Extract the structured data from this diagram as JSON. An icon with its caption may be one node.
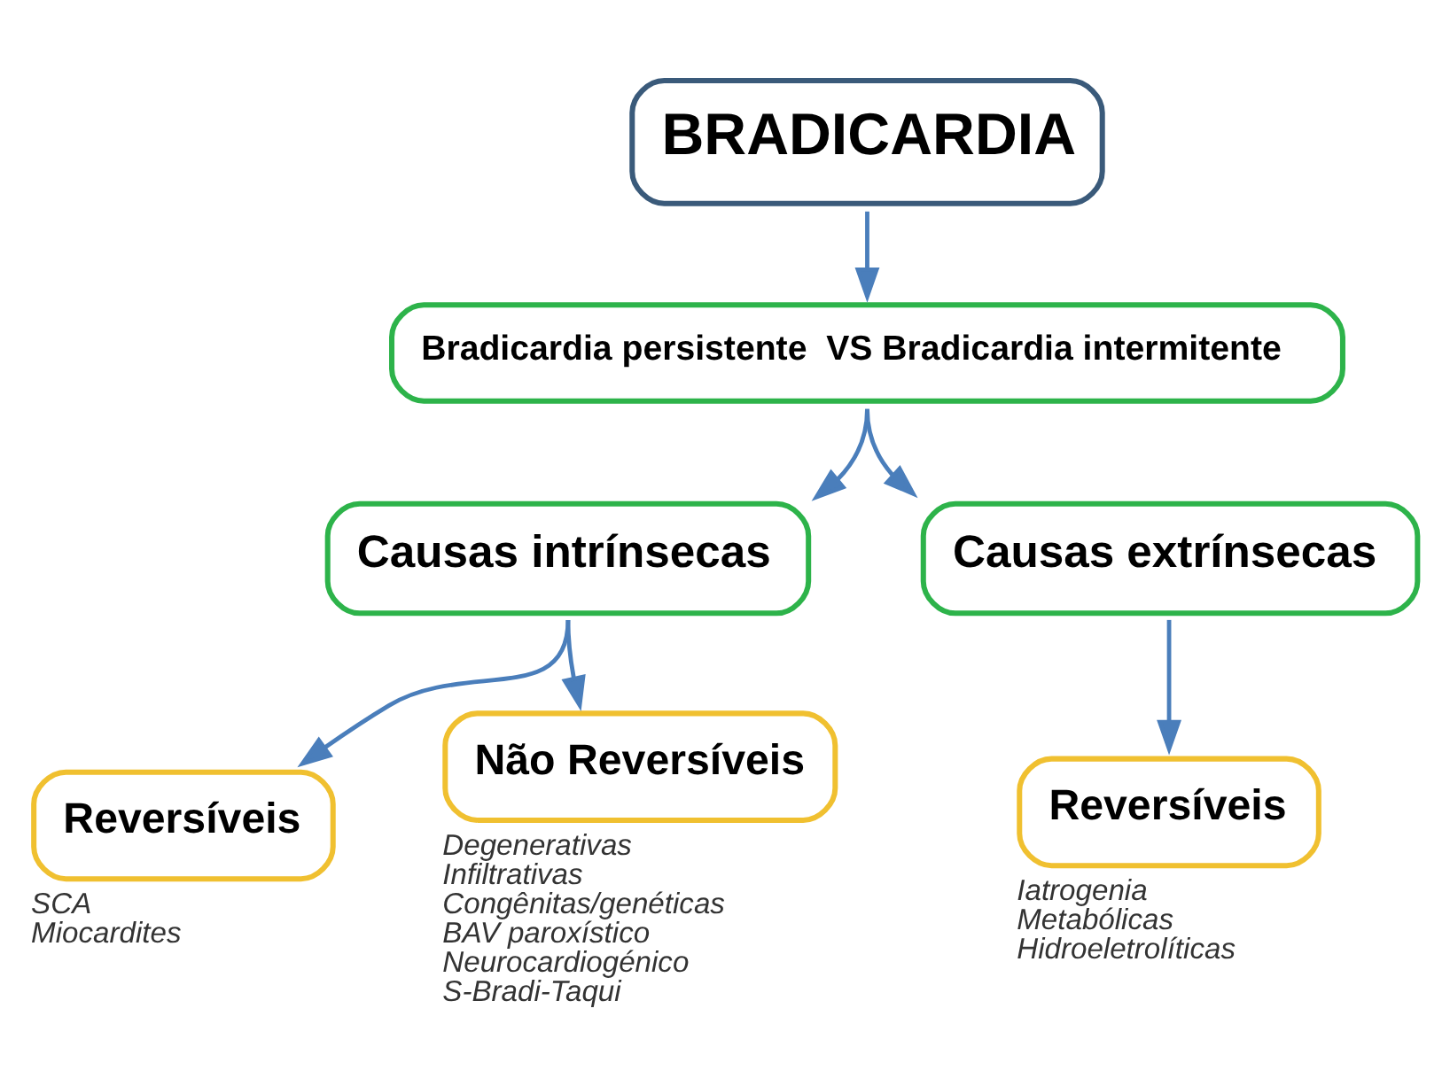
{
  "diagram": {
    "nodes": [
      {
        "text": [
          "BRADICARDIA"
        ]
      },
      {
        "text": [
          "Bradicardia persistente  VS Bradicardia intermitente"
        ]
      },
      {
        "text": [
          "Causas intrínsecas"
        ]
      },
      {
        "text": [
          "Causas extrínsecas"
        ]
      },
      {
        "text": [
          "Reversíveis"
        ],
        "beside": [
          "SCA",
          "Miocardites"
        ]
      },
      {
        "text": [
          "Não Reversíveis"
        ],
        "beside": [
          "Degenerativas",
          "Infiltrativas",
          "Congênitas/genéticas",
          "BAV paroxístico",
          "Neurocardiogénico",
          "S-Bradi-Taqui"
        ]
      },
      {
        "text": [
          "Reversíveis"
        ],
        "beside": [
          "Iatrogenia",
          "Metabólicas",
          "Hidroeletrolíticas"
        ]
      }
    ],
    "edges": [
      {
        "from": 0,
        "to": 1,
        "arrow": "to"
      },
      {
        "from": 1,
        "to": 2,
        "arrow": "to"
      },
      {
        "from": 1,
        "to": 3,
        "arrow": "to"
      },
      {
        "from": 2,
        "to": 4,
        "arrow": "to"
      },
      {
        "from": 2,
        "to": 5,
        "arrow": "to"
      },
      {
        "from": 3,
        "to": 6,
        "arrow": "to"
      }
    ]
  }
}
